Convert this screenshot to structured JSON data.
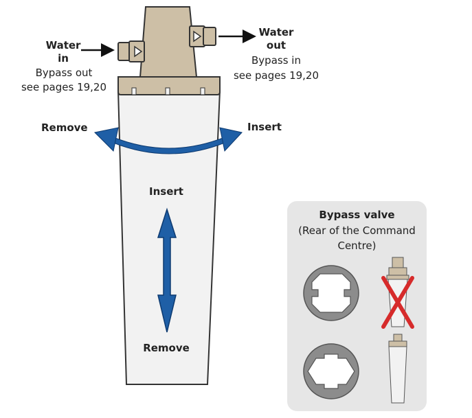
{
  "labels": {
    "water_in_1": "Water",
    "water_in_2": "in",
    "bypass_out_1": "Bypass out",
    "bypass_out_2": "see pages 19,20",
    "water_out_1": "Water",
    "water_out_2": "out",
    "bypass_in_1": "Bypass in",
    "bypass_in_2": "see pages 19,20",
    "rotate_remove": "Remove",
    "rotate_insert": "Insert",
    "vertical_insert": "Insert",
    "vertical_remove": "Remove"
  },
  "bypass_panel": {
    "title": "Bypass valve",
    "subtitle_1": "(Rear of the Command",
    "subtitle_2": "Centre)"
  },
  "colors": {
    "arrow_blue": "#1f5fa6",
    "head_tan": "#cdbfa6",
    "cartridge_white": "#f2f2f2",
    "cross_red": "#d62b2b",
    "panel_grey": "#e6e6e6"
  }
}
